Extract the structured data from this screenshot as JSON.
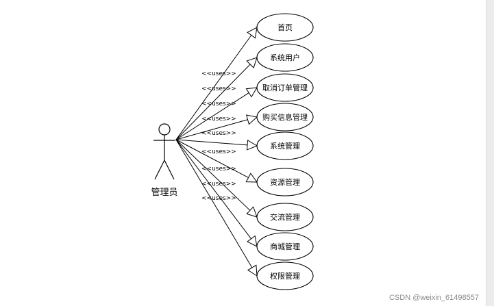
{
  "actor": {
    "name": "管理员"
  },
  "stereotype": "<<uses>>",
  "use_cases": [
    {
      "label": "首页"
    },
    {
      "label": "系统用户"
    },
    {
      "label": "取消订单管理"
    },
    {
      "label": "购买信息管理"
    },
    {
      "label": "系统管理"
    },
    {
      "label": "资源管理"
    },
    {
      "label": "交流管理"
    },
    {
      "label": "商城管理"
    },
    {
      "label": "权限管理"
    }
  ],
  "watermark": "CSDN @weixin_61498557"
}
